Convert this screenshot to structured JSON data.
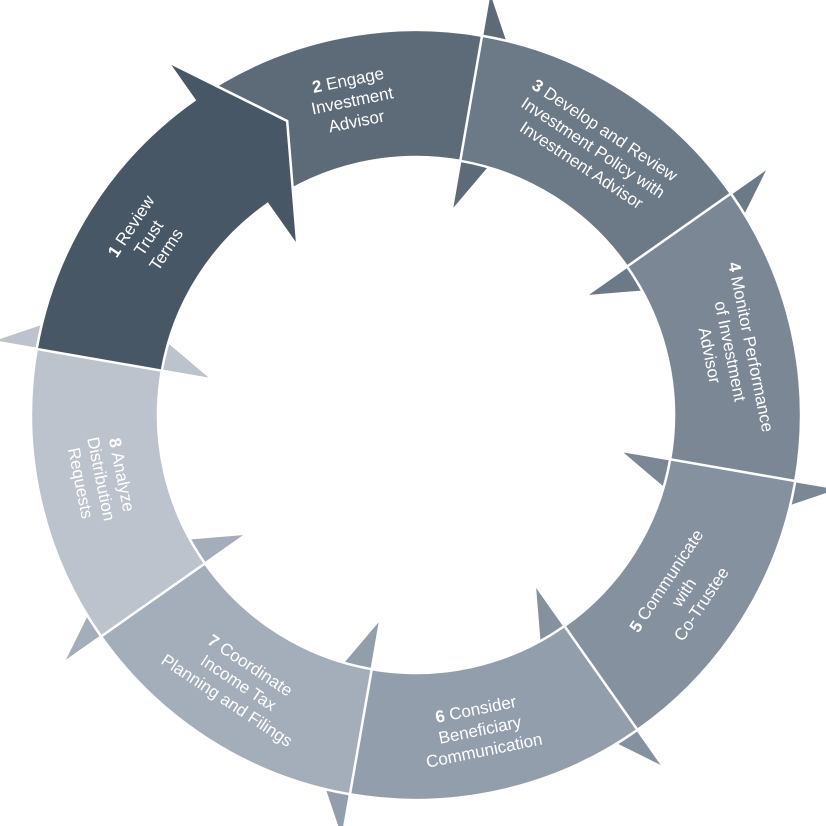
{
  "diagram": {
    "steps": [
      {
        "number": "1",
        "lines": [
          "Review",
          "Trust",
          "Terms"
        ],
        "color": "#485765"
      },
      {
        "number": "2",
        "lines": [
          "Engage",
          "Investment",
          "Advisor"
        ],
        "color": "#5d6b79"
      },
      {
        "number": "3",
        "lines": [
          "Develop and Review",
          "Investment Policy with",
          "Investment Advisor"
        ],
        "color": "#6c7987"
      },
      {
        "number": "4",
        "lines": [
          "Monitor Performance",
          "of Investment",
          "Advisor"
        ],
        "color": "#7b8795"
      },
      {
        "number": "5",
        "lines": [
          "Communicate",
          "with",
          "Co-Trustee"
        ],
        "color": "#8691a0"
      },
      {
        "number": "6",
        "lines": [
          "Consider",
          "Beneficiary",
          "Communication"
        ],
        "color": "#939ead"
      },
      {
        "number": "7",
        "lines": [
          "Coordinate",
          "Income Tax",
          "Planning and Filings"
        ],
        "color": "#a4adba"
      },
      {
        "number": "8",
        "lines": [
          "Analyze",
          "Distribution",
          "Requests"
        ],
        "color": "#bdc3cc"
      }
    ]
  }
}
